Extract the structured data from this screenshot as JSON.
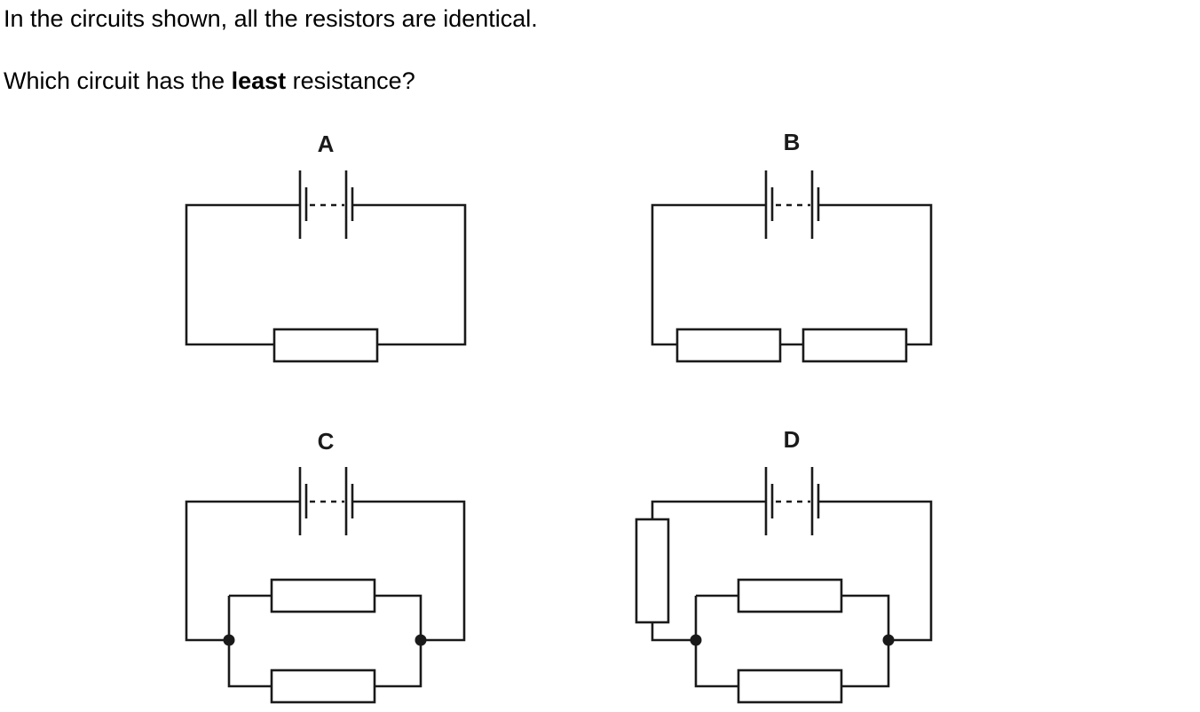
{
  "question": {
    "line1": "In the circuits shown, all the resistors are identical.",
    "line2_before": "Which circuit has the ",
    "line2_bold": "least",
    "line2_after": " resistance?"
  },
  "options": {
    "a": {
      "label": "A"
    },
    "b": {
      "label": "B"
    },
    "c": {
      "label": "C"
    },
    "d": {
      "label": "D"
    }
  }
}
